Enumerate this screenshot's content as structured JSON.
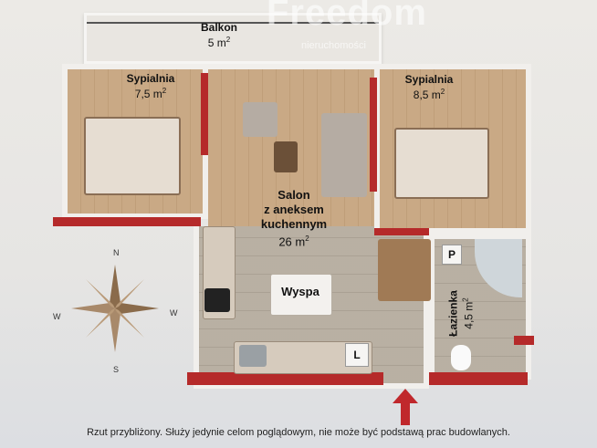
{
  "watermark": {
    "brand": "Freedom",
    "sub": "nieruchomości"
  },
  "rooms": {
    "balcony": {
      "name": "Balkon",
      "area": "5 m",
      "exp": "2"
    },
    "bedroom_left": {
      "name": "Sypialnia",
      "area": "7,5 m",
      "exp": "2"
    },
    "bedroom_right": {
      "name": "Sypialnia",
      "area": "8,5 m",
      "exp": "2"
    },
    "living": {
      "line1": "Salon",
      "line2": "z aneksem",
      "line3": "kuchennym",
      "area": "26 m",
      "exp": "2"
    },
    "island": {
      "name": "Wyspa"
    },
    "bathroom": {
      "name": "Łazienka",
      "area": "4,5 m",
      "exp": "2"
    }
  },
  "markers": {
    "p": "P",
    "l": "L"
  },
  "compass": {
    "n": "N",
    "s": "S",
    "w": "W",
    "e": "W"
  },
  "colors": {
    "wall_accent": "#b52a2a",
    "entry_arrow": "#c0282c"
  },
  "disclaimer": "Rzut przybliżony. Służy jedynie celom poglądowym, nie może być podstawą prac budowlanych."
}
